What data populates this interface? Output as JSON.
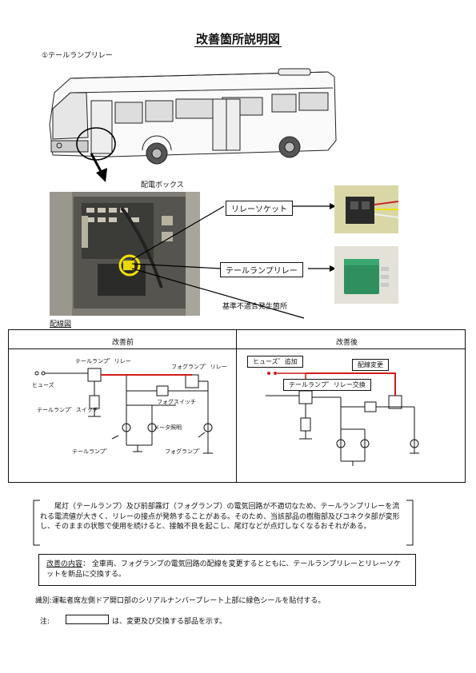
{
  "title": "改善箇所説明図",
  "section1": "①テールランプリレー",
  "bus_labels": {
    "distribution_box": "配電ボックス",
    "relay_socket": "リレーソケット",
    "tail_relay": "テールランプリレー",
    "nonconformity": "基準不適合発生箇所"
  },
  "wiring": {
    "heading": "配線図",
    "before": {
      "title": "改善前",
      "tail_relay": "テールランプ゛リレー",
      "fog_relay": "フォグランプ゛リレー",
      "fuse": "ヒューズ",
      "tail_switch": "テールランプ゛スイッチ",
      "fog_switch": "フォグスイッチ",
      "meter_light": "メータ照明",
      "tail_lamp": "テールランプ゛",
      "fog_lamp": "フォグランプ゛"
    },
    "after": {
      "title": "改善後",
      "fuse_added": "ヒューズ゛追加",
      "wiring_change": "配線変更",
      "relay_replace": "テールランプ゛リレー交換"
    }
  },
  "description": "尾灯（テールランプ）及び前部霧灯（フォグランプ）の電気回路が不適切なため、テールランプリレーを流れる電流値が大きく、リレーの接点が発熱することがある。そのため、当該部品の樹脂部及びコネクタ部が変形し、そのままの状態で使用を続けると、接触不良を起こし、尾灯などが点灯しなくなるおそれがある。",
  "improvement": {
    "label": "改善の内容",
    "colon": "：",
    "text": "全車両、フォグランプの電気回路の配線を変更するとともに、テールランプリレーとリレーソケットを新品に交換する。"
  },
  "identification": "識別:運転者席左側ドア開口部のシリアルナンバープレート上部に緑色シールを貼付する。",
  "note": {
    "label": "注:",
    "text": "は、変更及び交換する部品を示す。"
  },
  "colors": {
    "change_wire": "#d11a1a",
    "relay_green": "#2f8f5e",
    "socket_yellow": "#e8d800"
  }
}
